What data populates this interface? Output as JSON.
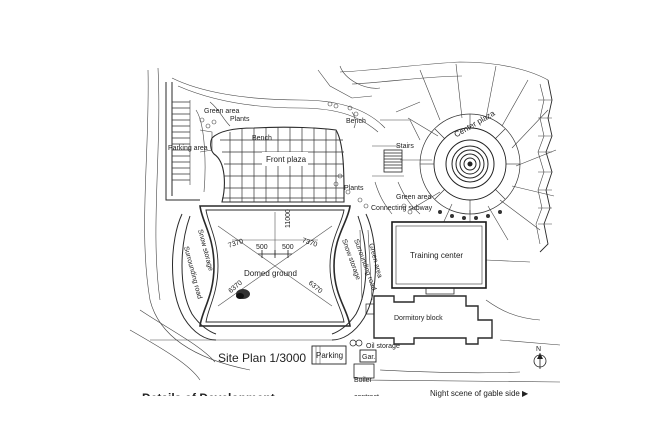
{
  "labels": {
    "green_area_top": "Green area",
    "plants_top": "Plants",
    "bench_top": "Bench",
    "parking_area": "Parking area",
    "bench_plaza": "Bench",
    "front_plaza": "Front plaza",
    "plants_mid": "Plants",
    "stairs": "Stairs",
    "center_plaza": "Center plaza",
    "green_area_right": "Green area",
    "connecting_subway": "Connecting subway",
    "dim_7370_left": "7370",
    "dim_11000": "11000",
    "dim_7370_right": "7370",
    "dim_500_left": "500",
    "dim_500_right": "500",
    "domed_ground": "Domed ground",
    "dim_6370_left": "6370",
    "dim_6370_right": "6370",
    "surrounding_road_left": "Surrounding road",
    "snow_storage_left": "Snow storage",
    "snow_storage_right": "Snow storage",
    "surrounding_road_right": "Surrounding road",
    "green_area_side": "Green area",
    "training_center": "Training center",
    "dormitory_block": "Dormitory block",
    "site_plan": "Site Plan 1/3000",
    "parking": "Parking",
    "oil_storage": "Oil storage",
    "gar": "Gar.",
    "boiler": "Boiler",
    "north": "N",
    "caption_left": "Details of Development",
    "caption_mid": "contract",
    "caption_right": "Night scene of gable side ▶"
  },
  "icons": {
    "north_arrow": "north-arrow-icon",
    "caption_arrow": "triangle-right-icon"
  }
}
